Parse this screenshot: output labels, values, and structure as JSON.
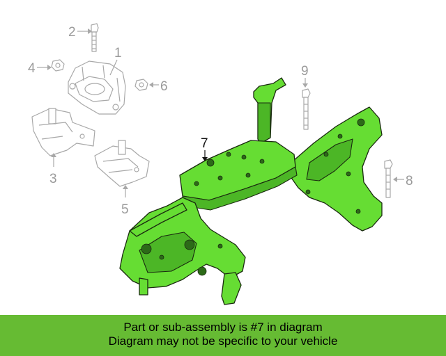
{
  "callouts": {
    "c1": "1",
    "c2": "2",
    "c3": "3",
    "c4": "4",
    "c5": "5",
    "c6": "6",
    "c7": "7",
    "c8": "8",
    "c9": "9"
  },
  "highlighted_part": "7",
  "colors": {
    "highlight": "#66dd33",
    "banner": "#66bb33",
    "ghost_parts": "#a8a8a8"
  },
  "banner": {
    "line1": "Part or sub-assembly is #7 in diagram",
    "line2": "Diagram may not be specific to your vehicle"
  }
}
